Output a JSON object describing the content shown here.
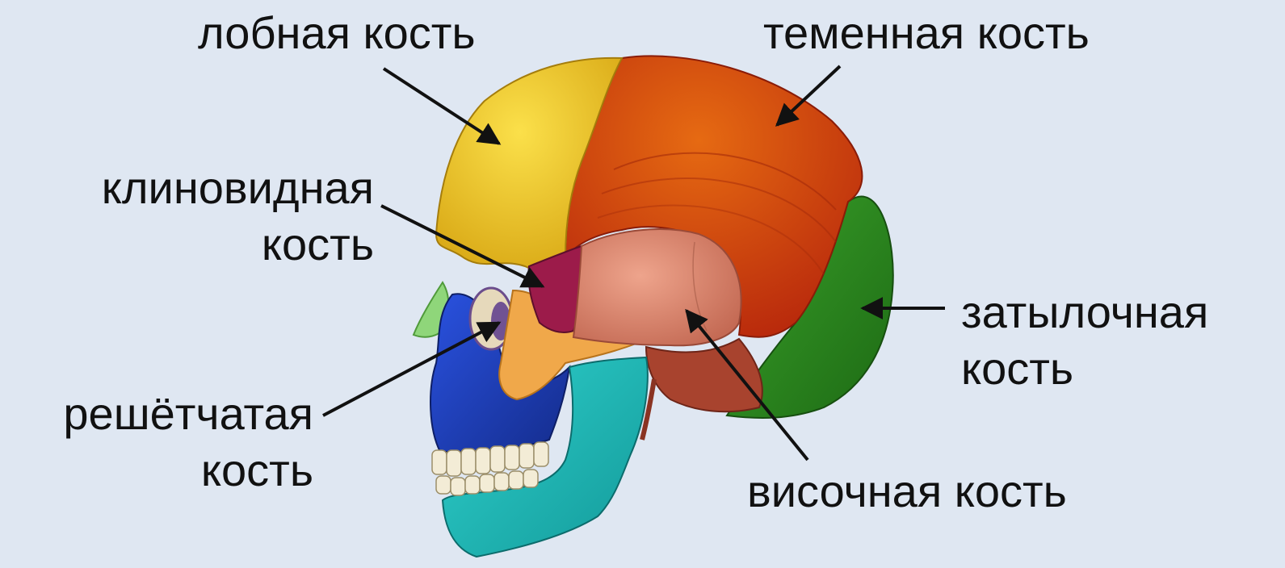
{
  "labels": {
    "frontal": [
      "лобная кость"
    ],
    "parietal": [
      "теменная кость"
    ],
    "sphenoid": [
      "клиновидная",
      "кость"
    ],
    "occipital": [
      "затылочная",
      "кость"
    ],
    "ethmoid": [
      "решётчатая",
      "кость"
    ],
    "temporal": [
      "височная кость"
    ]
  },
  "bone_colors": {
    "frontal": "#f2cf1f",
    "parietal": "#d9480f",
    "sphenoid": "#9c1b4a",
    "occipital": "#2e8b1f",
    "ethmoid": "#5b3a8c",
    "temporal": "#e08a72",
    "maxilla": "#1d3fc4",
    "mandible": "#1fb8b8",
    "zygomatic": "#f0a84a",
    "nasal": "#8fd67a",
    "teeth": "#f3ecd6",
    "background": "#dfe7f2"
  }
}
